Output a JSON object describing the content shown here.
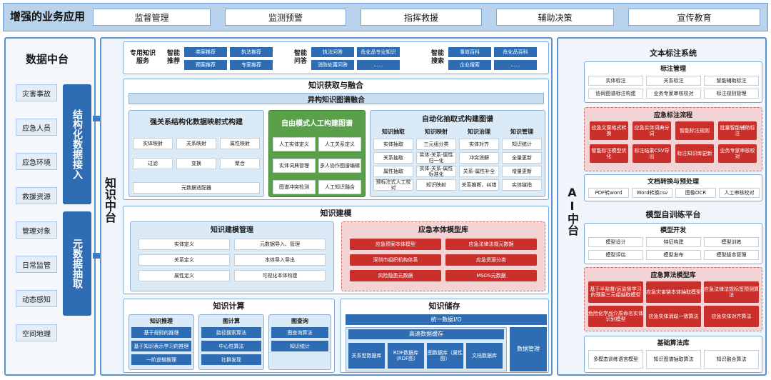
{
  "top": {
    "title": "增强的业务应用",
    "items": [
      "监督管理",
      "监测预警",
      "指挥救援",
      "辅助决策",
      "宣传教育"
    ]
  },
  "data_platform": {
    "title": "数据中台",
    "items": [
      "灾害事故",
      "应急人员",
      "应急环境",
      "救援资源",
      "管理对象",
      "日常监管",
      "动态感知",
      "空间地理"
    ],
    "struct_label": "结构化数据接入",
    "meta_label": "元数据抽取"
  },
  "knowledge": {
    "side_label": "知识中台",
    "service": {
      "title": "专用知识服务",
      "groups": [
        {
          "name": "智能推荐",
          "items": [
            "类案推荐",
            "执法推荐",
            "预案推荐",
            "专家推荐"
          ]
        },
        {
          "name": "智能问答",
          "items": [
            "执法问答",
            "危化品专业知识",
            "消防处置问答",
            "......"
          ]
        },
        {
          "name": "智能搜索",
          "items": [
            "事故百科",
            "危化品百科",
            "企业搜索",
            "......"
          ]
        }
      ]
    },
    "acquire": {
      "title": "知识获取与融合",
      "subtitle": "异构知识图谱融合",
      "strong": {
        "title": "强关系结构化数据映射式构建",
        "items": [
          "实体映射",
          "关系映射",
          "属性映射",
          "过滤",
          "变换",
          "聚合"
        ],
        "footer": "元数据适配器"
      },
      "free": {
        "title": "自由模式人工构建图谱",
        "items": [
          "人工实体定义",
          "人工关系定义",
          "实体词典管理",
          "多人协作图谱编辑",
          "图谱冲突检测",
          "人工知识融合"
        ]
      },
      "auto": {
        "title": "自动化抽取式构建图谱",
        "cols": [
          {
            "head": "知识抽取",
            "items": [
              "实体抽取",
              "关系抽取",
              "属性抽取",
              "预标注式人工校对"
            ]
          },
          {
            "head": "知识映射",
            "items": [
              "三元组分类",
              "实体-关系-属性归一化",
              "实体-关系-属性标准化",
              "知识映射"
            ]
          },
          {
            "head": "知识治理",
            "items": [
              "实体对齐",
              "冲突消解",
              "关系-属性补全",
              "关系推断、纠错"
            ]
          },
          {
            "head": "知识管理",
            "items": [
              "知识统计",
              "全量更新",
              "增量更新",
              "实体链指"
            ]
          }
        ]
      }
    },
    "model": {
      "title": "知识建模",
      "mgmt": {
        "title": "知识建模管理",
        "items": [
          "实体定义",
          "元数据导入、管理",
          "关系定义",
          "本体导入导出",
          "属性定义",
          "可视化本体构建"
        ]
      },
      "lib": {
        "title": "应急本体模型库",
        "items": [
          "应急预案本体模型",
          "应急法律法规元数据",
          "深圳市组织机构体系",
          "应急资源分类",
          "风险隐患元数据",
          "MSDS元数据"
        ]
      }
    },
    "compute": {
      "title": "知识计算",
      "cols": [
        {
          "head": "知识推理",
          "items": [
            "基于规则的推理",
            "基于知识表示学习的推理",
            "一阶逻辑推理"
          ]
        },
        {
          "head": "图计算",
          "items": [
            "路径搜索算法",
            "中心性算法",
            "社群发现"
          ]
        },
        {
          "head": "图查询",
          "items": [
            "图查询算法",
            "知识统计"
          ]
        }
      ]
    },
    "storage": {
      "title": "知识储存",
      "io": "统一数据I/O",
      "cache": "高速数据缓存",
      "dbs": [
        "关系型数据库",
        "RDF数据库（RDF图）",
        "图数据库（属性图）",
        "文档数据库"
      ],
      "manage": "数据管理"
    }
  },
  "ai": {
    "side_label": "AI中台",
    "annot_title": "文本标注系统",
    "annot_mgmt": {
      "title": "标注管理",
      "items": [
        "实体标注",
        "关系标注",
        "智能辅助标注",
        "协同图谱标注构建",
        "业务专家审核校对",
        "标注规则管理"
      ]
    },
    "annot_flow": {
      "title": "应急标注流程",
      "items": [
        "应急文案格式转换",
        "应急实体词典分词",
        "智能标注规则",
        "批量智能辅助标注",
        "智能标注模型优化",
        "标注结果CSV导出",
        "标注知识库更新",
        "业务专家审核校对"
      ]
    },
    "doc": {
      "title": "文档转换与预处理",
      "items": [
        "PDF转word",
        "Word转换csv",
        "图像OCR",
        "人工审核校对"
      ]
    },
    "pretrain_title": "模型自训练平台",
    "model_dev": {
      "title": "模型开发",
      "items": [
        "模型设计",
        "特征构建",
        "模型训练",
        "模型评估",
        "模型发布",
        "模型版本管理"
      ]
    },
    "algo": {
      "title": "应急算法模型库",
      "items": [
        "基于半监督/远监督学习的预案三元组抽取模型",
        "应急灾害链本体抽取模型",
        "应急法律法规标签预测算法",
        "危险化学品介质命名实体识别模型",
        "应急实体消歧一致算法",
        "应急实体对齐算法"
      ]
    },
    "base": {
      "title": "基础算法库",
      "items": [
        "多模态训练语言模型",
        "知识图谱抽取算法",
        "知识融合算法"
      ]
    }
  },
  "colors": {
    "blue": "#2e6db4",
    "red": "#c9302c",
    "green": "#5aa04b",
    "border": "#5b95cf"
  }
}
